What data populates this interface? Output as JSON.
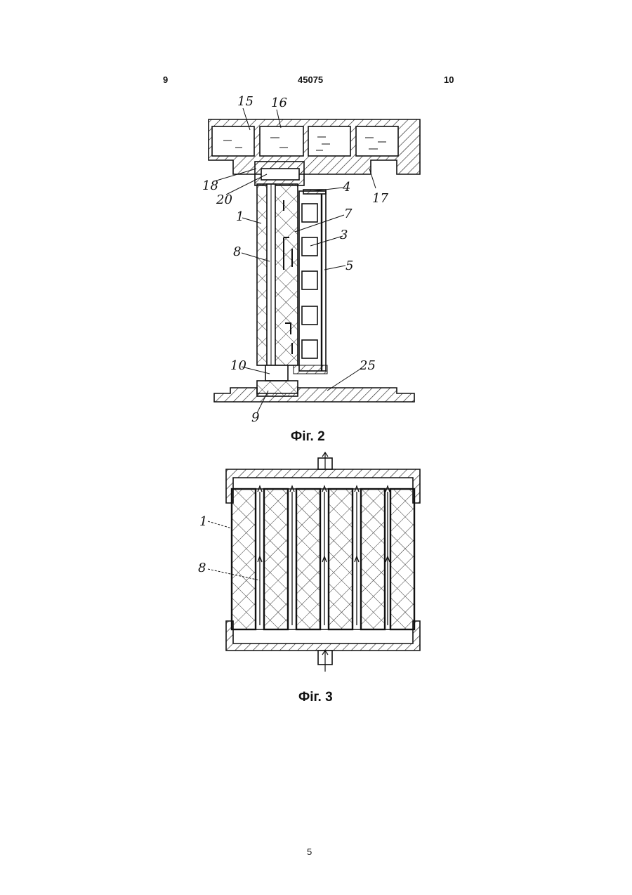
{
  "header": {
    "left_page": "9",
    "patent_number": "45075",
    "right_page": "10"
  },
  "figure2": {
    "caption": "Фіг. 2",
    "labels": [
      "15",
      "16",
      "18",
      "20",
      "4",
      "17",
      "1",
      "7",
      "3",
      "8",
      "5",
      "10",
      "25",
      "9"
    ]
  },
  "figure3": {
    "caption": "Фіг. 3",
    "labels": [
      "1",
      "8"
    ]
  },
  "footer": {
    "page_number": "5"
  }
}
